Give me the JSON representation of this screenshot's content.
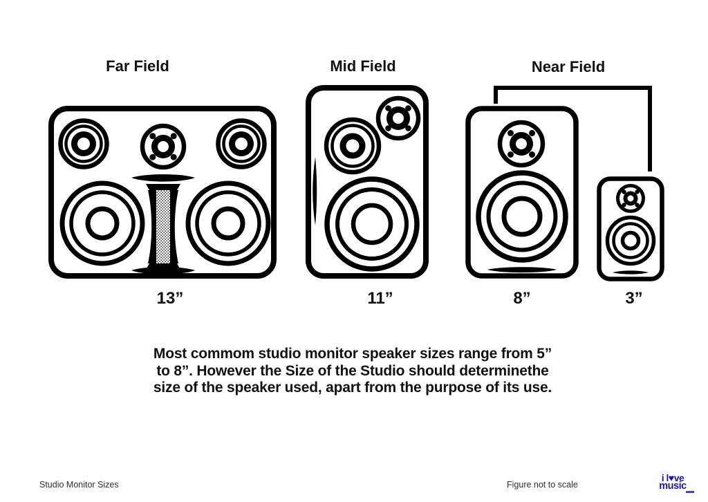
{
  "groups": {
    "far": {
      "label": "Far Field",
      "size": "13”"
    },
    "mid": {
      "label": "Mid Field",
      "size": "11”"
    },
    "near": {
      "label": "Near Field",
      "size_large": "8”",
      "size_small": "3”"
    }
  },
  "caption": {
    "line1": "Most commom studio monitor speaker sizes range from 5”",
    "line2": "to 8”. However the Size of the Studio should determinethe",
    "line3": "size of the speaker used, apart from the purpose of its use."
  },
  "footer": {
    "left": "Studio Monitor Sizes",
    "note": "Figure not to scale",
    "logo_top": "i l♥ve",
    "logo_bottom": "music"
  },
  "colors": {
    "ink": "#000000",
    "text": "#111111",
    "logo_blue": "#1b16b0",
    "background": "#ffffff"
  }
}
